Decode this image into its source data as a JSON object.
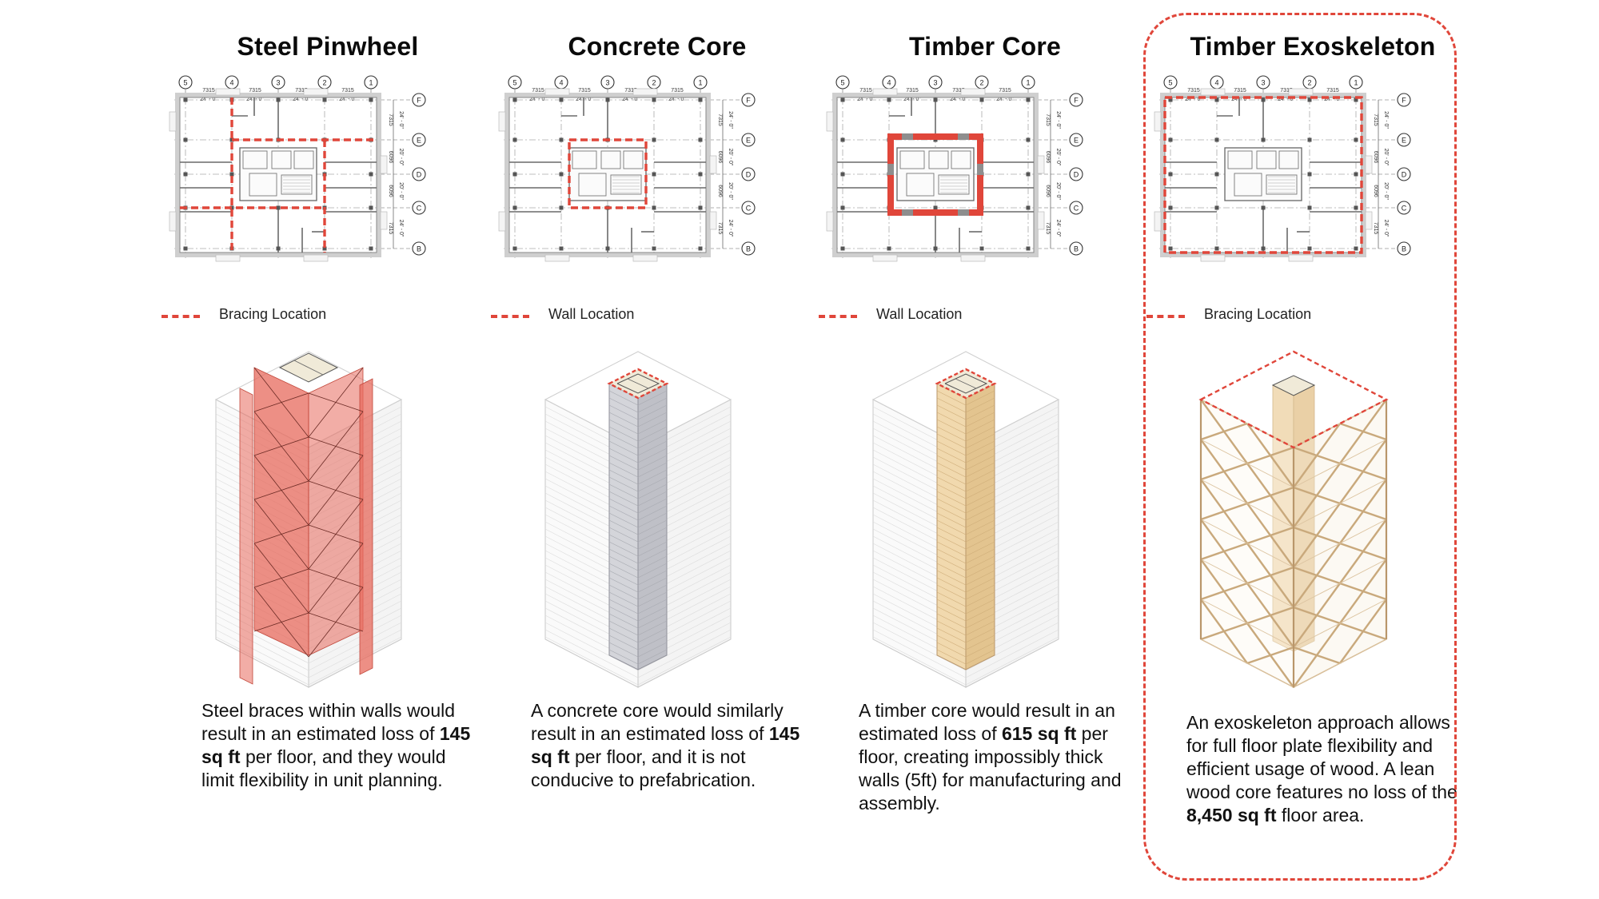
{
  "columns": [
    {
      "id": "steel-pinwheel",
      "title": "Steel Pinwheel",
      "legend_label": "Bracing Location",
      "desc_parts": [
        {
          "text": "Steel braces within walls would result in an estimated loss of ",
          "bold": false
        },
        {
          "text": "145 sq ft",
          "bold": true
        },
        {
          "text": " per floor, and they would limit flexibility in unit planning.",
          "bold": false
        }
      ]
    },
    {
      "id": "concrete-core",
      "title": "Concrete Core",
      "legend_label": "Wall Location",
      "desc_parts": [
        {
          "text": "A concrete core would similarly result in an estimated loss of ",
          "bold": false
        },
        {
          "text": "145 sq ft",
          "bold": true
        },
        {
          "text": " per floor, and it is not conducive to prefabrication.",
          "bold": false
        }
      ]
    },
    {
      "id": "timber-core",
      "title": "Timber Core",
      "legend_label": "Wall Location",
      "desc_parts": [
        {
          "text": "A timber core would result  in an estimated loss of ",
          "bold": false
        },
        {
          "text": "615 sq ft",
          "bold": true
        },
        {
          "text": " per floor, creating impossibly thick walls (5ft) for manufacturing and assembly.",
          "bold": false
        }
      ]
    },
    {
      "id": "timber-exoskeleton",
      "title": "Timber Exoskeleton",
      "legend_label": "Bracing Location",
      "desc_parts": [
        {
          "text": "An exoskeleton approach allows for full floor plate flexibility and efficient usage of wood. A lean wood core features no loss of the ",
          "bold": false
        },
        {
          "text": "8,450 sq ft",
          "bold": true
        },
        {
          "text": " floor area.",
          "bold": false
        }
      ]
    }
  ],
  "plan_grid": {
    "column_labels": [
      "5",
      "4",
      "3",
      "2",
      "1"
    ],
    "row_labels": [
      "F",
      "E",
      "D",
      "C",
      "B"
    ],
    "bay_dims_mm": [
      "7315",
      "7315",
      "7315",
      "7315"
    ],
    "bay_dims_ft": [
      "24' - 0\"",
      "24' - 0\"",
      "24' - 0\"",
      "24' - 0\""
    ],
    "row_dims_mm": [
      "7315",
      "6096",
      "6096",
      "7315"
    ],
    "row_dims_ft": [
      "24' - 0\"",
      "20' - 0\"",
      "20' - 0\"",
      "24' - 0\""
    ]
  },
  "colors": {
    "accent_red": "#e0463a",
    "steel_red": "#e76a5c",
    "concrete_grey": "#c8c9cf",
    "timber": "#ecd1a3",
    "timber_edge": "#b9966a",
    "grid_grey": "#888888"
  }
}
